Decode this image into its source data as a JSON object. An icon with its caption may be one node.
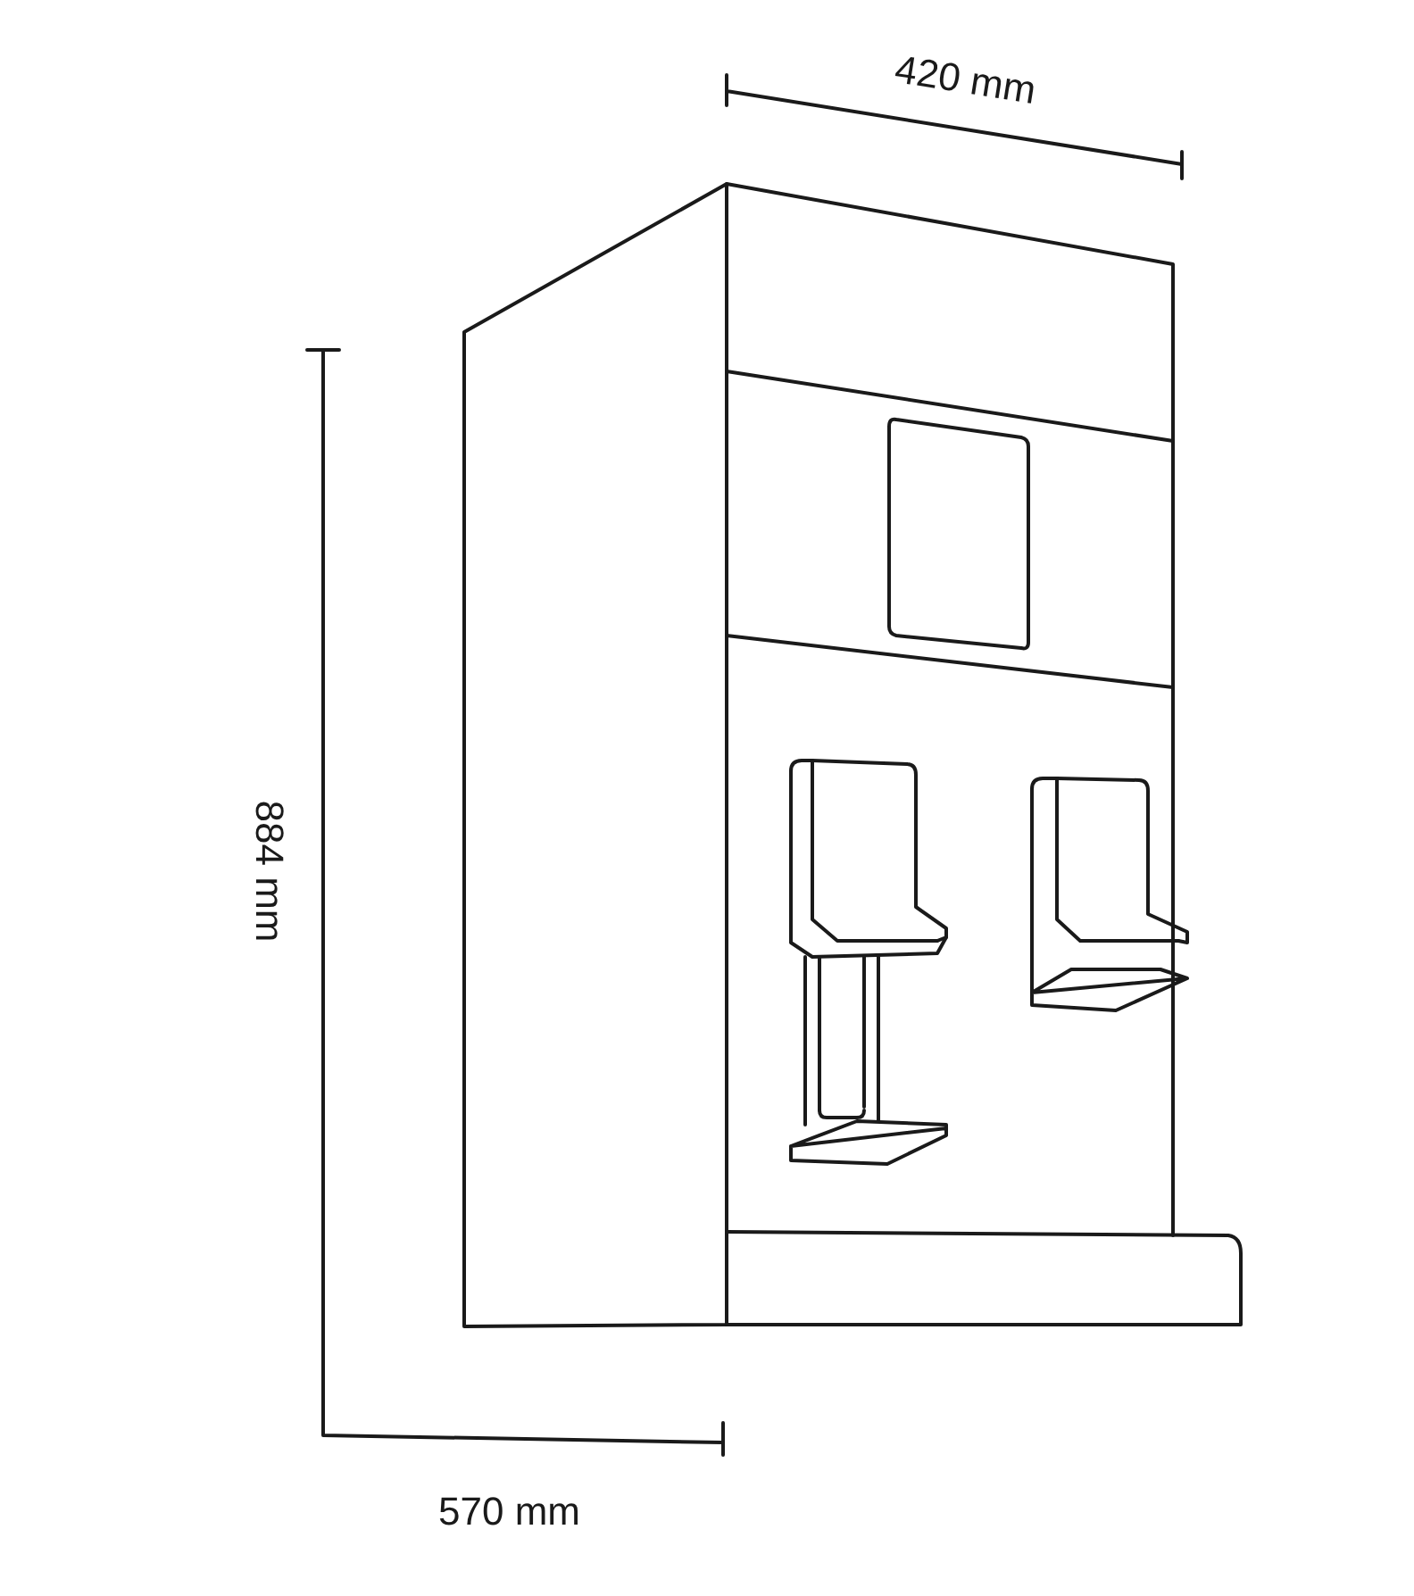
{
  "diagram": {
    "labels": [
      "420 mm",
      "884 mm",
      "570 mm"
    ]
  }
}
